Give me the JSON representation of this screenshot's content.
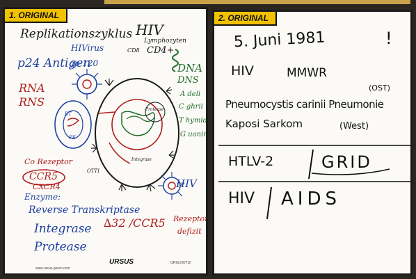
{
  "page1": {
    "tag": "1. ORIGINAL",
    "title": "Replikationszyklus",
    "title_hiv": "HIV",
    "hivirus": "HIVirus",
    "lymphozyten": "Lymphozyten",
    "cd": "CD4+",
    "cd_prefix": "CD8",
    "p24": "p24 Antigen",
    "gp120": "gp 120",
    "rna": "RNA",
    "rns": "RNS",
    "dna": "DNA",
    "dns": "DNS",
    "bases": [
      "A deli",
      "C ghrii",
      "T hymidin",
      "G uanin"
    ],
    "protease_small": "Protease",
    "integrase_small": "Integrase",
    "rt": "RT",
    "pe": "PE",
    "cell_hiv": "HIV",
    "oto": "OTTI",
    "co_rezeptor": "Co Rezeptor",
    "ccr5": "CCR5",
    "cxcr4": "CXCR4",
    "enzyme": "Enzyme:",
    "enzymes": [
      "Reverse Transkriptase",
      "Integrase",
      "Protease"
    ],
    "delta32": "∆32 /CCR5",
    "rezeptor": "Rezeptor",
    "defizit": "defizit",
    "brand": "URSUS",
    "corner_left": "www.ursus-green.com",
    "corner_right": "ORIG.NOTIZ"
  },
  "page2": {
    "tag": "2. ORIGINAL",
    "date": "5. Juni 1981",
    "excl": "!",
    "line1a": "HIV",
    "line1b": "MMWR",
    "ost": "(OST)",
    "pneumo": "Pneumocystis carinii Pneumonie",
    "kaposi": "Kaposi Sarkom",
    "west": "(West)",
    "htlv": "HTLV-2",
    "grid": "GRID",
    "hiv": "HIV",
    "aids": "AIDS"
  },
  "colors": {
    "ink_black": "#1a1a1a",
    "ink_blue": "#1e3fa0",
    "ink_red": "#b01c1c",
    "ink_green": "#1f6b2a",
    "tag_yellow": "#f2c200"
  }
}
